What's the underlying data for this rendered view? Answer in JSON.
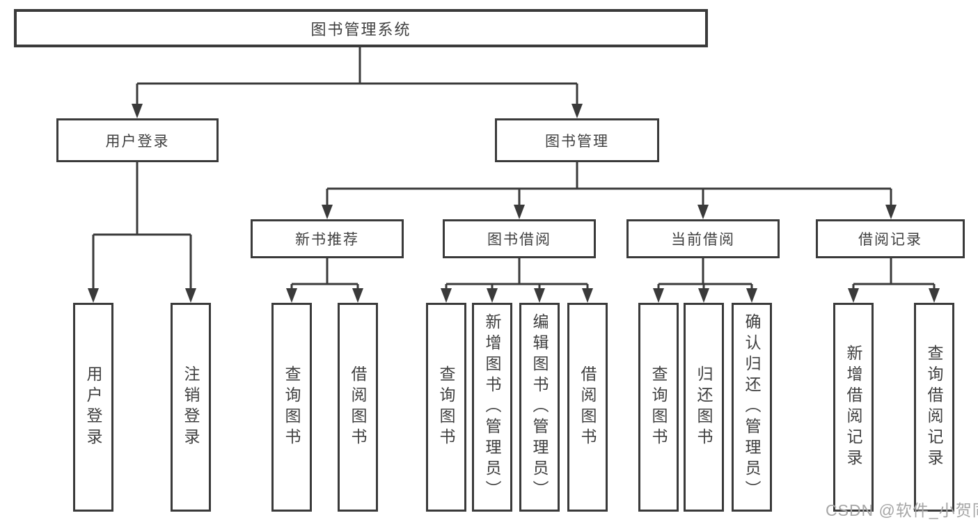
{
  "nodes": {
    "root": {
      "label": "图书管理系统"
    },
    "user_login": {
      "label": "用户登录"
    },
    "book_mgmt": {
      "label": "图书管理"
    },
    "new_book_rec": {
      "label": "新书推荐"
    },
    "book_borrow": {
      "label": "图书借阅"
    },
    "current_borrow": {
      "label": "当前借阅"
    },
    "borrow_record": {
      "label": "借阅记录"
    },
    "leaves": {
      "login": "用户登录",
      "logout": "注销登录",
      "rec_query_books": "查询图书",
      "rec_borrow_books": "借阅图书",
      "bb_query_books": "查询图书",
      "bb_add_books": "新增图书（管理员）",
      "bb_edit_books": "编辑图书（管理员）",
      "bb_borrow_books": "借阅图书",
      "cb_query_books": "查询图书",
      "cb_return_books": "归还图书",
      "cb_confirm_return": "确认归还（管理员）",
      "br_add_record": "新增借阅记录",
      "br_query_record": "查询借阅记录"
    }
  },
  "watermark": {
    "text": "CSDN @软件_小贺同学"
  },
  "colors": {
    "line": "#3a3a3a",
    "text": "#3f3f3f",
    "watermark": "#a6a6a6",
    "bg": "#ffffff"
  }
}
